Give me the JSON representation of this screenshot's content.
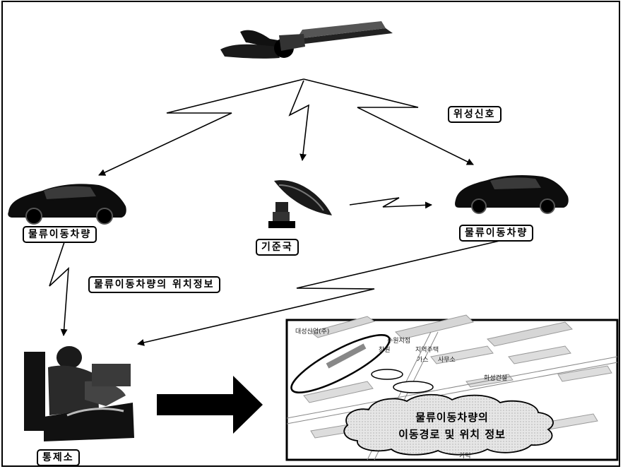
{
  "labels": {
    "satellite_signal": "위성신호",
    "vehicle_left": "물류이동차량",
    "vehicle_right": "물류이동차량",
    "base_station": "기준국",
    "vehicle_location": "물류이동차량의 위치정보",
    "control_center": "통제소"
  },
  "map": {
    "cloud_line1": "물류이동차량의",
    "cloud_line2": "이동경로 및 위치 정보",
    "place_1": "대성산업(주)",
    "place_2": "수원지점",
    "place_3": "창원",
    "place_4": "지역주택",
    "place_5": "사무소",
    "place_6": "가스",
    "place_7": "화성건설",
    "place_8": "가덕"
  }
}
